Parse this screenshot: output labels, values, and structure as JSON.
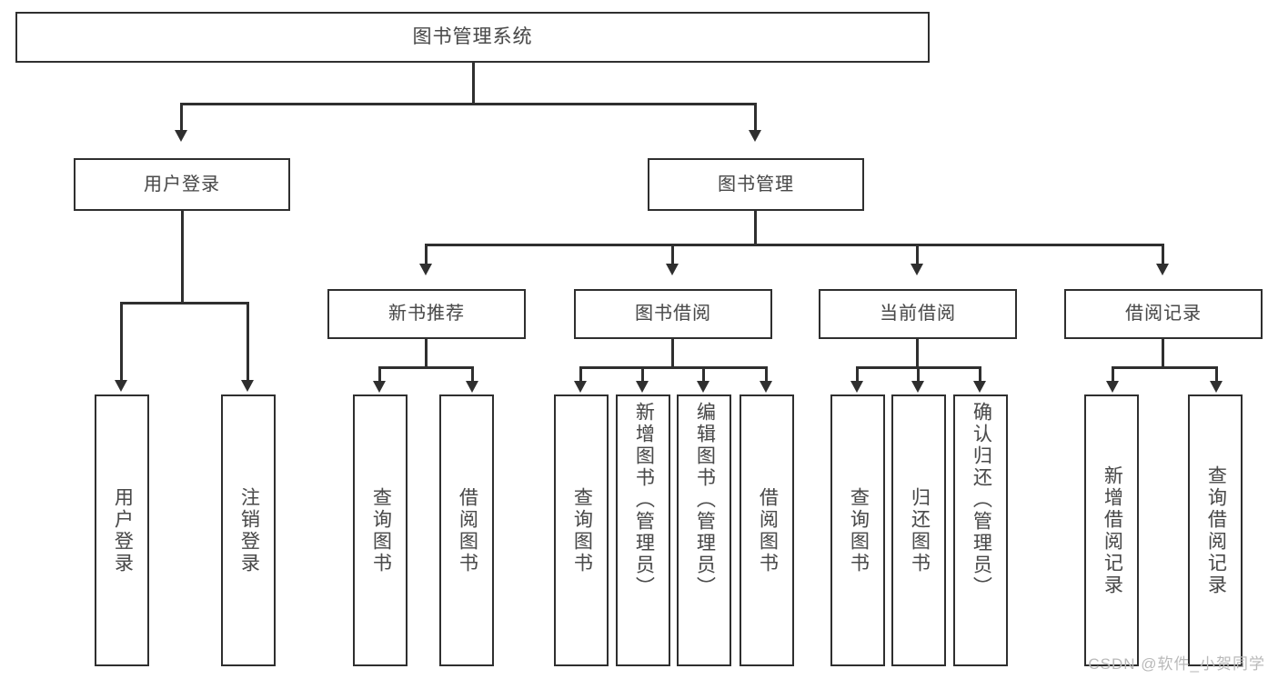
{
  "diagram": {
    "title": "图书管理系统",
    "watermark": "CSDN @软件_小贺同学",
    "colors": {
      "stroke": "#2f2f2f",
      "text": "#4a4a4a",
      "background": "#ffffff",
      "watermark": "#b9b9b9"
    },
    "root": {
      "label": "图书管理系统"
    },
    "level2": [
      {
        "label": "用户登录"
      },
      {
        "label": "图书管理"
      }
    ],
    "level3": [
      {
        "label": "新书推荐"
      },
      {
        "label": "图书借阅"
      },
      {
        "label": "当前借阅"
      },
      {
        "label": "借阅记录"
      }
    ],
    "leaves": {
      "user_login": [
        {
          "label": "用户登录"
        },
        {
          "label": "注销登录"
        }
      ],
      "new_book_recommend": [
        {
          "label": "查询图书"
        },
        {
          "label": "借阅图书"
        }
      ],
      "book_borrow": [
        {
          "label": "查询图书"
        },
        {
          "label": "新增图书（管理员）"
        },
        {
          "label": "编辑图书（管理员）"
        },
        {
          "label": "借阅图书"
        }
      ],
      "current_borrow": [
        {
          "label": "查询图书"
        },
        {
          "label": "归还图书"
        },
        {
          "label": "确认归还（管理员）"
        }
      ],
      "borrow_record": [
        {
          "label": "新增借阅记录"
        },
        {
          "label": "查询借阅记录"
        }
      ]
    }
  }
}
